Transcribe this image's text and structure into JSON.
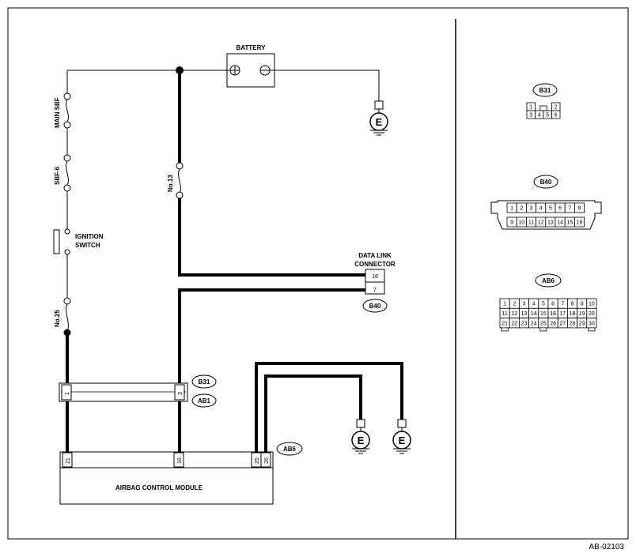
{
  "labels": {
    "battery": "BATTERY",
    "main_sbf": "MAIN SBF",
    "sbf6": "SBF-6",
    "no13": "No.13",
    "ignition_switch_1": "IGNITION",
    "ignition_switch_2": "SWITCH",
    "no25": "No.25",
    "data_link_1": "DATA LINK",
    "data_link_2": "CONNECTOR",
    "module": "AIRBAG CONTROL MODULE",
    "ground": "E",
    "figure_id": "AB-02103"
  },
  "connectors": {
    "b31": "B31",
    "b40": "B40",
    "ab1": "AB1",
    "ab6": "AB6"
  },
  "pins": {
    "dlc_16": "16",
    "dlc_7": "7",
    "b31_1": "1",
    "b31_3": "3",
    "mod_21": "21",
    "mod_16": "16",
    "mod_25": "25",
    "mod_26": "26"
  },
  "connector_faces": {
    "b31": [
      "1",
      "2",
      "3",
      "4",
      "5",
      "6"
    ],
    "b40": [
      "1",
      "2",
      "3",
      "4",
      "5",
      "6",
      "7",
      "8",
      "9",
      "10",
      "11",
      "12",
      "13",
      "14",
      "15",
      "16"
    ],
    "ab6": [
      "1",
      "2",
      "3",
      "4",
      "5",
      "6",
      "7",
      "8",
      "9",
      "10",
      "11",
      "12",
      "13",
      "14",
      "15",
      "16",
      "17",
      "18",
      "19",
      "20",
      "21",
      "22",
      "23",
      "24",
      "25",
      "26",
      "27",
      "28",
      "29",
      "30"
    ]
  }
}
